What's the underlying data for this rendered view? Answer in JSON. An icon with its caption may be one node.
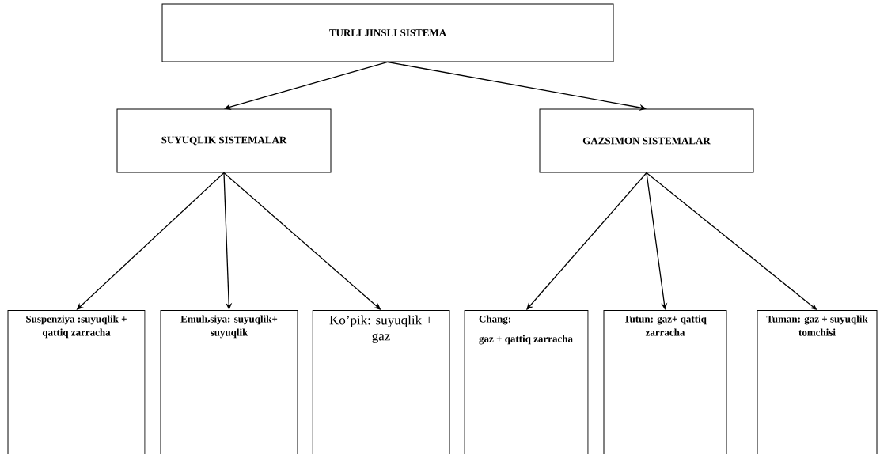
{
  "diagram": {
    "nodes": [
      {
        "text": [
          "TURLI JINSLI SISTEMA"
        ]
      },
      {
        "text": [
          "SUYUQLIK SISTEMALAR"
        ]
      },
      {
        "text": [
          "GAZSIMON SISTEMALAR"
        ]
      },
      {
        "text": [
          "Suspenziya :suyuqlik + qattiq zarracha"
        ]
      },
      {
        "text": [
          "Emulьsiya: suyuqlik+ suyuqlik"
        ]
      },
      {
        "text": [
          "Ko’pik: suyuqlik + gaz"
        ]
      },
      {
        "text": [
          "Chang:",
          "gaz + qattiq zarracha"
        ]
      },
      {
        "text": [
          "Tutun: gaz+ qattiq zarracha"
        ]
      },
      {
        "text": [
          "Tuman: gaz + suyuqlik tomchisi"
        ]
      }
    ],
    "edges": [
      {
        "from": 0,
        "to": 1,
        "arrow": "to"
      },
      {
        "from": 0,
        "to": 2,
        "arrow": "to"
      },
      {
        "from": 1,
        "to": 3,
        "arrow": "to"
      },
      {
        "from": 1,
        "to": 4,
        "arrow": "to"
      },
      {
        "from": 1,
        "to": 5,
        "arrow": "to"
      },
      {
        "from": 2,
        "to": 6,
        "arrow": "to"
      },
      {
        "from": 2,
        "to": 7,
        "arrow": "to"
      },
      {
        "from": 2,
        "to": 8,
        "arrow": "to"
      }
    ]
  }
}
